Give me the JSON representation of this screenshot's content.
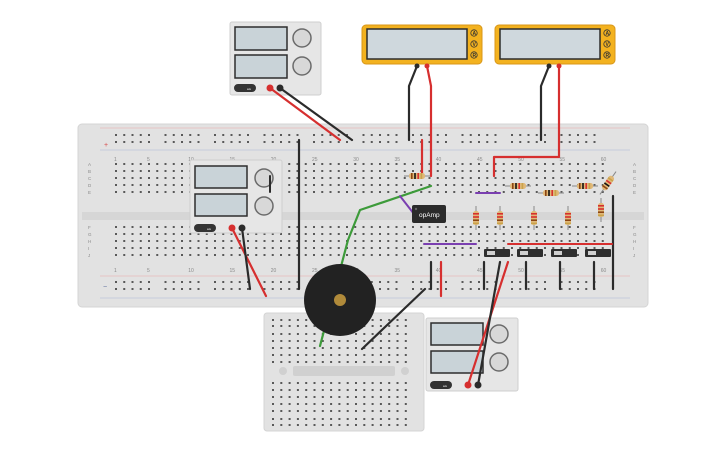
{
  "breadboard": {
    "column_numbers": [
      "1",
      "5",
      "10",
      "15",
      "20",
      "25",
      "30",
      "35",
      "40",
      "45",
      "50",
      "55",
      "60"
    ],
    "row_letters_top": [
      "A",
      "B",
      "C",
      "D",
      "E"
    ],
    "row_letters_bottom": [
      "F",
      "G",
      "H",
      "I",
      "J"
    ],
    "rail_plus": "+",
    "rail_minus": "−"
  },
  "components": {
    "opamp_label": "opAmp",
    "power_supply_button_label": "on"
  },
  "multimeters": [
    {
      "buttons": [
        "A",
        "V",
        "R"
      ]
    },
    {
      "buttons": [
        "A",
        "V",
        "R"
      ]
    }
  ],
  "colors": {
    "breadboard": "#e2e2e2",
    "hole": "#595959",
    "wire_red": "#d62f2f",
    "wire_black": "#2b2b2b",
    "wire_green": "#3d9b3a",
    "wire_purple": "#7a3fb0",
    "multimeter_body": "#f3b21f",
    "lcd": "#cfd8dd",
    "buzzer": "#222222",
    "buzzer_center": "#b08a3a"
  }
}
